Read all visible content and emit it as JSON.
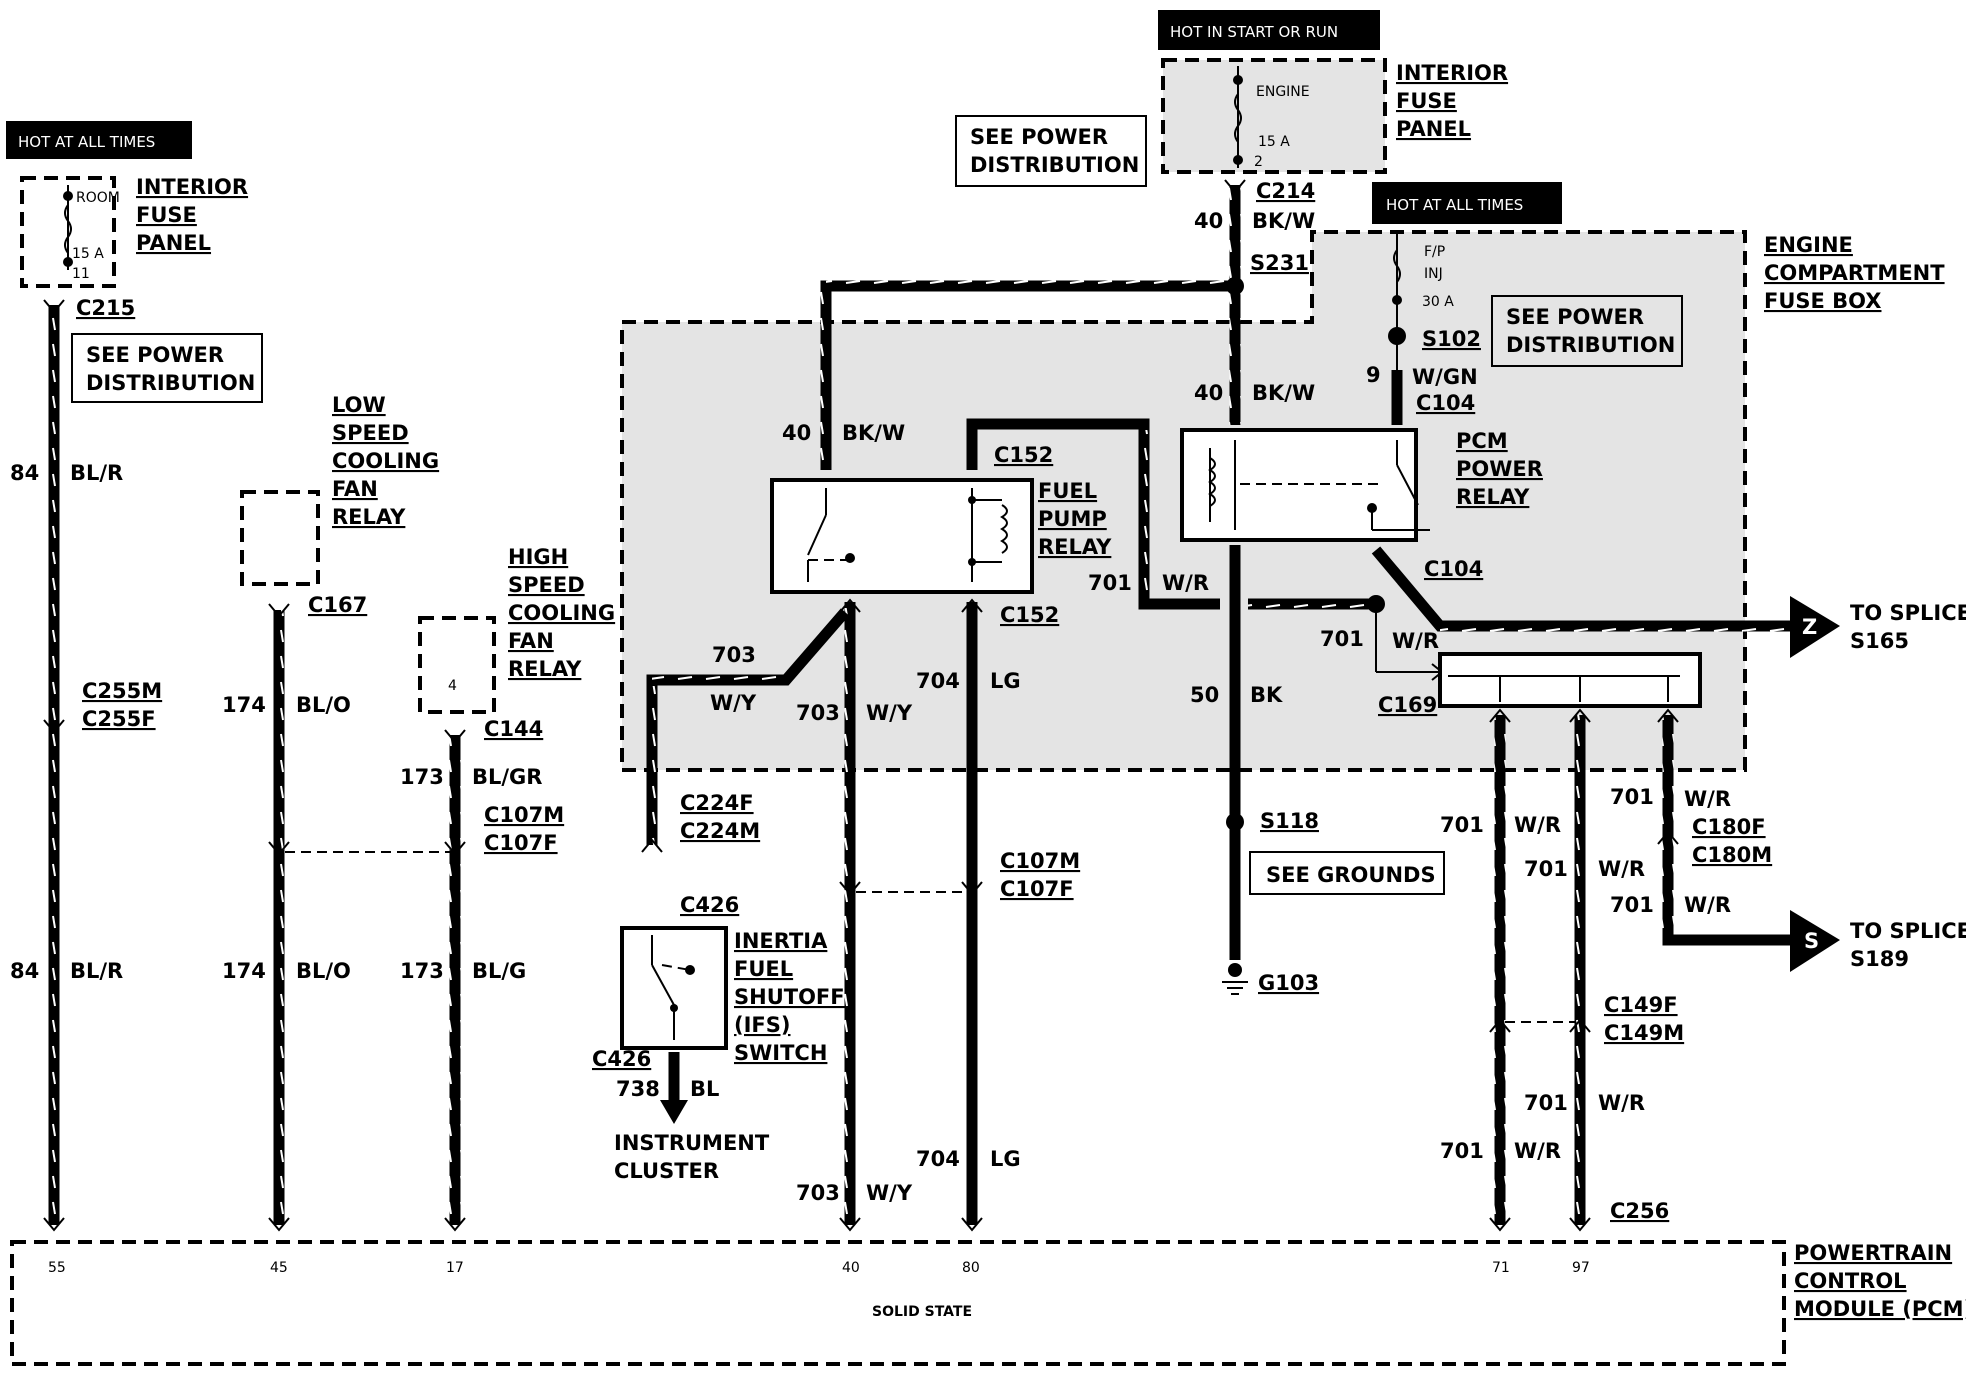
{
  "headers": {
    "hot_all_times_left": "HOT AT ALL TIMES",
    "hot_start_run": "HOT IN START OR RUN",
    "hot_all_times_right": "HOT AT ALL TIMES"
  },
  "fuse_left": {
    "name": "ROOM",
    "amps": "15 A",
    "num": "11",
    "label1": "INTERIOR",
    "label2": "FUSE",
    "label3": "PANEL"
  },
  "fuse_top": {
    "name": "ENGINE",
    "amps": "15 A",
    "num": "2",
    "label1": "INTERIOR",
    "label2": "FUSE",
    "label3": "PANEL"
  },
  "fuse_right": {
    "name1": "F/P",
    "name2": "INJ",
    "amps": "30 A"
  },
  "boxes": {
    "see_power_left_1": "SEE POWER",
    "see_power_left_2": "DISTRIBUTION",
    "see_power_top_1": "SEE POWER",
    "see_power_top_2": "DISTRIBUTION",
    "see_power_right_1": "SEE POWER",
    "see_power_right_2": "DISTRIBUTION",
    "see_grounds": "SEE GROUNDS"
  },
  "engine_box": {
    "l1": "ENGINE",
    "l2": "COMPARTMENT",
    "l3": "FUSE BOX"
  },
  "relays": {
    "low_fan": [
      "LOW",
      "SPEED",
      "COOLING",
      "FAN",
      "RELAY"
    ],
    "high_fan": [
      "HIGH",
      "SPEED",
      "COOLING",
      "FAN",
      "RELAY"
    ],
    "high_fan_pin": "4",
    "fuel_pump": [
      "FUEL",
      "PUMP",
      "RELAY"
    ],
    "pcm_power": [
      "PCM",
      "POWER",
      "RELAY"
    ],
    "inertia": [
      "INERTIA",
      "FUEL",
      "SHUTOFF",
      "(IFS)",
      "SWITCH"
    ]
  },
  "connectors": {
    "c215": "C215",
    "c255m": "C255M",
    "c255f": "C255F",
    "c167": "C167",
    "c144": "C144",
    "c107m_a": "C107M",
    "c107f_a": "C107F",
    "c214": "C214",
    "s231": "S231",
    "s102": "S102",
    "c104_a": "C104",
    "c104_b": "C104",
    "c152_a": "C152",
    "c152_b": "C152",
    "c224f": "C224F",
    "c224m": "C224M",
    "c426_a": "C426",
    "c426_b": "C426",
    "c107m_b": "C107M",
    "c107f_b": "C107F",
    "s118": "S118",
    "g103": "G103",
    "c169": "C169",
    "c180f": "C180F",
    "c180m": "C180M",
    "c149f": "C149F",
    "c149m": "C149M",
    "c256": "C256"
  },
  "wires": {
    "w84a_n": "84",
    "w84a_c": "BL/R",
    "w84b_n": "84",
    "w84b_c": "BL/R",
    "w174a_n": "174",
    "w174a_c": "BL/O",
    "w174b_n": "174",
    "w174b_c": "BL/O",
    "w173a_n": "173",
    "w173a_c": "BL/GR",
    "w173b_n": "173",
    "w173b_c": "BL/G",
    "w40a_n": "40",
    "w40a_c": "BK/W",
    "w40b_n": "40",
    "w40b_c": "BK/W",
    "w40c_n": "40",
    "w40c_c": "BK/W",
    "w9_n": "9",
    "w9_c": "W/GN",
    "w701a_n": "701",
    "w701a_c": "W/R",
    "w703a_n": "703",
    "w703a_c": "W/Y",
    "w703b_n": "703",
    "w703b_c": "W/Y",
    "w703c_n": "703",
    "w703c_c": "W/Y",
    "w704a_n": "704",
    "w704a_c": "LG",
    "w704b_n": "704",
    "w704b_c": "LG",
    "w50_n": "50",
    "w50_c": "BK",
    "w738_n": "738",
    "w738_c": "BL",
    "w701b_n": "701",
    "w701b_c": "W/R",
    "w701c_n": "701",
    "w701c_c": "W/R",
    "w701d_n": "701",
    "w701d_c": "W/R",
    "w701e_n": "701",
    "w701e_c": "W/R",
    "w701f_n": "701",
    "w701f_c": "W/R",
    "w701g_n": "701",
    "w701g_c": "W/R",
    "w701h_n": "701",
    "w701h_c": "W/R"
  },
  "destinations": {
    "instrument_1": "INSTRUMENT",
    "instrument_2": "CLUSTER",
    "splice_z": "Z",
    "splice_z_1": "TO SPLICE",
    "splice_z_2": "S165",
    "splice_s": "S",
    "splice_s_1": "TO SPLICE",
    "splice_s_2": "S189"
  },
  "pcm": {
    "l1": "POWERTRAIN",
    "l2": "CONTROL",
    "l3": "MODULE (PCM)",
    "center": "SOLID STATE",
    "pins": {
      "p55": "55",
      "p45": "45",
      "p17": "17",
      "p40": "40",
      "p80": "80",
      "p71": "71",
      "p97": "97"
    }
  }
}
